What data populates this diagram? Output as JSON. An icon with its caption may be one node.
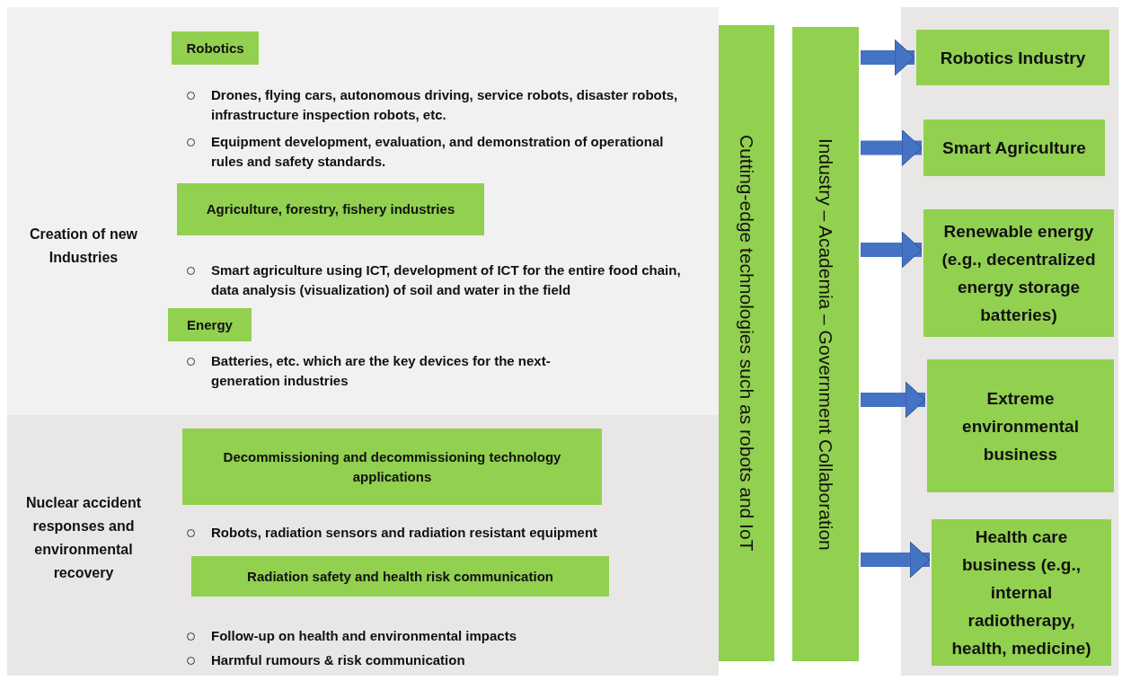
{
  "diagram": {
    "nodes": [
      {
        "text": [
          "Creation of new Industries"
        ]
      },
      {
        "text": [
          "Robotics"
        ],
        "in": 0
      },
      {
        "text": [
          "Agriculture, forestry, fishery industries"
        ],
        "in": 0
      },
      {
        "text": [
          "Energy"
        ],
        "in": 0
      },
      {
        "text": [
          "Nuclear accident responses and environmental recovery"
        ]
      },
      {
        "text": [
          "Decommissioning and decommissioning technology applications"
        ],
        "in": 4
      },
      {
        "text": [
          "Radiation safety and health risk communication"
        ],
        "in": 4
      },
      {
        "text": [
          "Cutting-edge technologies such as robots and IoT"
        ]
      },
      {
        "text": [
          "Industry – Academia – Government Collaboration"
        ]
      },
      {
        "text": [
          "Robotics Industry"
        ]
      },
      {
        "text": [
          "Smart Agriculture"
        ]
      },
      {
        "text": [
          "Renewable energy (e.g., decentralized energy storage batteries)"
        ]
      },
      {
        "text": [
          "Extreme environmental business"
        ]
      },
      {
        "text": [
          "Health care business (e.g., internal radiotherapy, health, medicine)"
        ]
      }
    ],
    "edges": [
      {
        "from": 8,
        "to": 9,
        "arrow": "to"
      },
      {
        "from": 8,
        "to": 10,
        "arrow": "to"
      },
      {
        "from": 8,
        "to": 11,
        "arrow": "to"
      },
      {
        "from": 8,
        "to": 12,
        "arrow": "to"
      },
      {
        "from": 8,
        "to": 13,
        "arrow": "to"
      }
    ],
    "labels": [
      "Drones, flying cars, autonomous driving, service robots, disaster robots, infrastructure inspection robots, etc.",
      "Equipment development, evaluation, and demonstration of operational rules and safety standards.",
      "Smart agriculture using ICT, development of ICT for the entire food chain, data analysis (visualization) of soil and water in the field",
      "Batteries, etc. which are the key devices for the next-generation industries",
      "Robots, radiation sensors and radiation resistant equipment",
      "Follow-up on health and environmental impacts",
      "Harmful rumours & risk communication"
    ]
  }
}
